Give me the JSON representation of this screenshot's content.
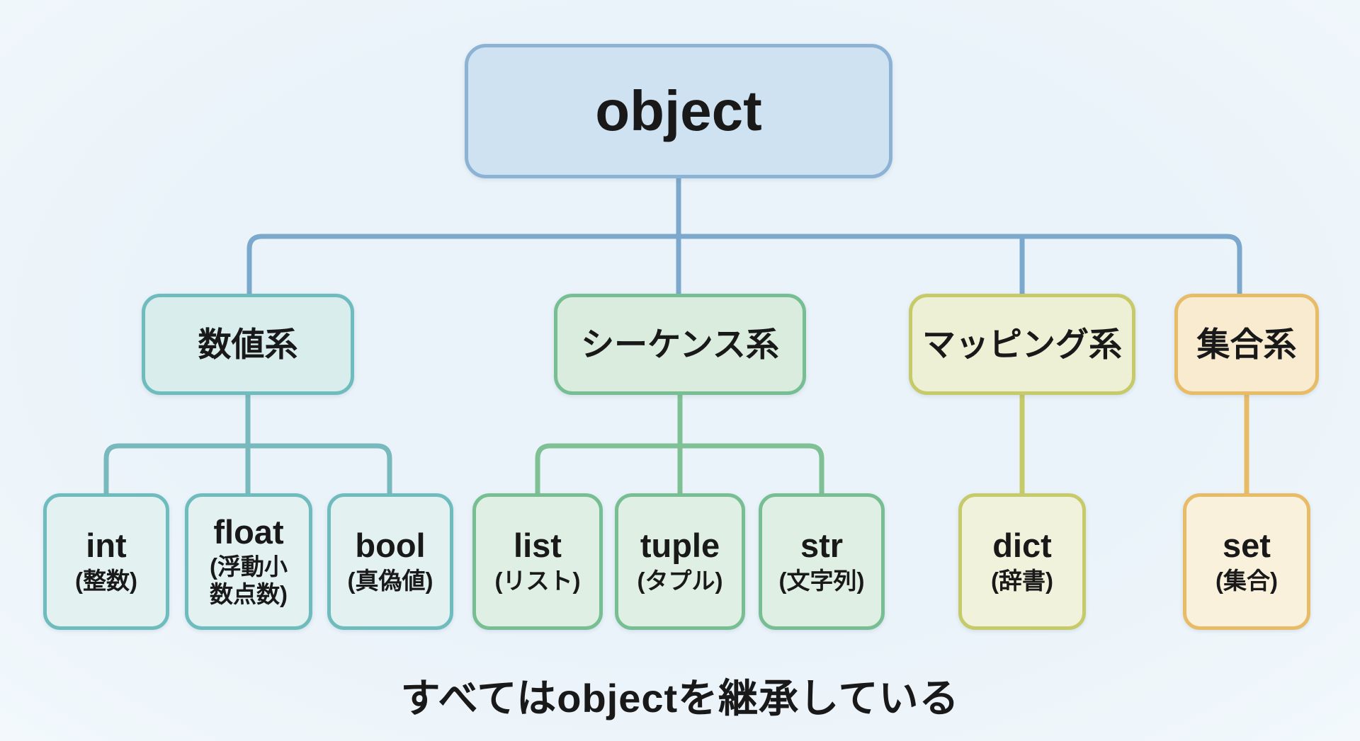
{
  "tree": {
    "root": {
      "label": "object"
    },
    "branches": [
      {
        "key": "numeric",
        "label": "数値系",
        "children": [
          {
            "name": "int",
            "sub": "(整数)"
          },
          {
            "name": "float",
            "sub": "(浮動小\n数点数)"
          },
          {
            "name": "bool",
            "sub": "(真偽値)"
          }
        ]
      },
      {
        "key": "sequence",
        "label": "シーケンス系",
        "children": [
          {
            "name": "list",
            "sub": "(リスト)"
          },
          {
            "name": "tuple",
            "sub": "(タプル)"
          },
          {
            "name": "str",
            "sub": "(文字列)"
          }
        ]
      },
      {
        "key": "mapping",
        "label": "マッピング系",
        "children": [
          {
            "name": "dict",
            "sub": "(辞書)"
          }
        ]
      },
      {
        "key": "set",
        "label": "集合系",
        "children": [
          {
            "name": "set",
            "sub": "(集合)"
          }
        ]
      }
    ],
    "caption": "すべてはobjectを継承している"
  },
  "colors": {
    "background": "#eaf3f9",
    "text": "#191919",
    "blue_fill": "#cfe2f1",
    "blue_border": "#8db3d4",
    "blue_line": "#7ca8cd",
    "teal_fill": "#d9edec",
    "teal_leaf_fill": "#e3f2f1",
    "teal_border": "#6fbcbf",
    "teal_line": "#77b9bd",
    "green_fill": "#d9ecdd",
    "green_leaf_fill": "#e0efe3",
    "green_border": "#77bf92",
    "green_line": "#80c095",
    "olive_fill": "#edf0d4",
    "olive_leaf_fill": "#f0f2dc",
    "olive_border": "#c6ca68",
    "olive_line": "#c6ca68",
    "orange_fill": "#f9ebd0",
    "orange_leaf_fill": "#f9f1dc",
    "orange_border": "#e8bc66",
    "orange_line": "#e8bc66"
  }
}
